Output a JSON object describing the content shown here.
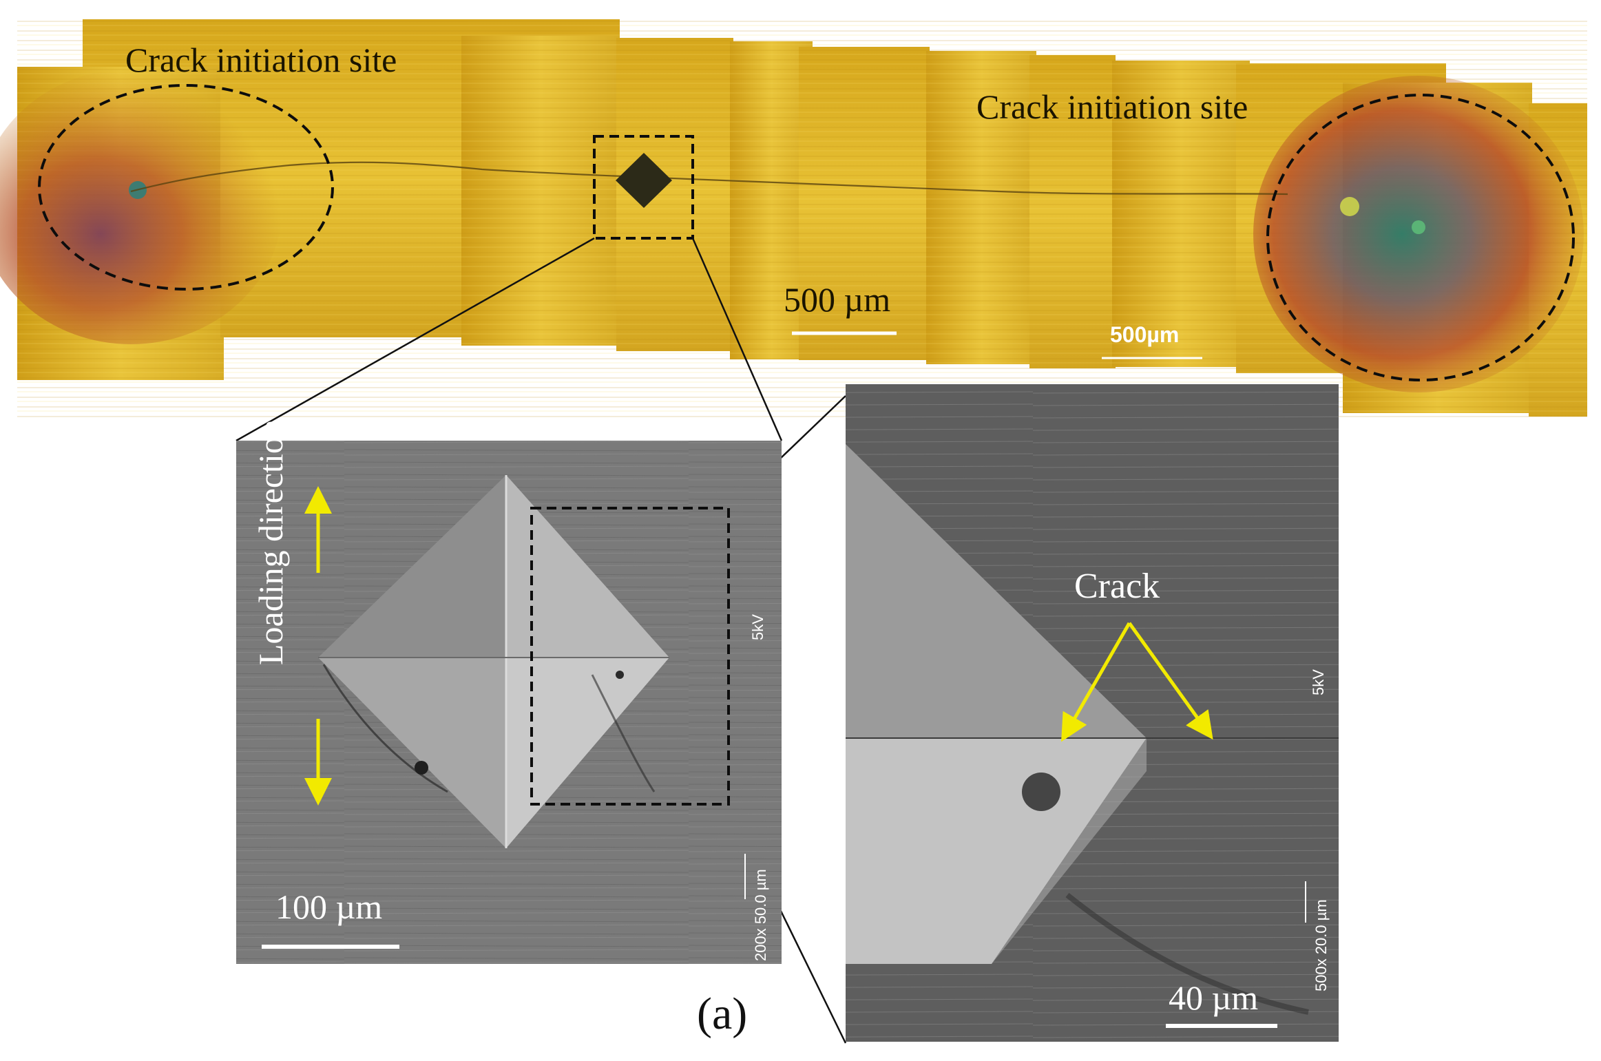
{
  "figure": {
    "panel_label": "(a)",
    "optical": {
      "left_site_label": "Crack initiation site",
      "right_site_label": "Crack initiation site",
      "scale_main": "500 µm",
      "scale_secondary": "500µm"
    },
    "sem_left": {
      "loading_direction_label": "Loading direction",
      "scale_label": "100 µm",
      "voltage_text": "5kV",
      "info_text": "200x 50.0 µm"
    },
    "sem_right": {
      "crack_label": "Crack",
      "scale_label": "40 µm",
      "voltage_text": "5kV",
      "info_text": "500x 20.0 µm"
    },
    "colors": {
      "optical_gold": "#e0b62a",
      "arrow_yellow": "#f2ea00",
      "sem_grey": "#7b7b7b"
    }
  }
}
